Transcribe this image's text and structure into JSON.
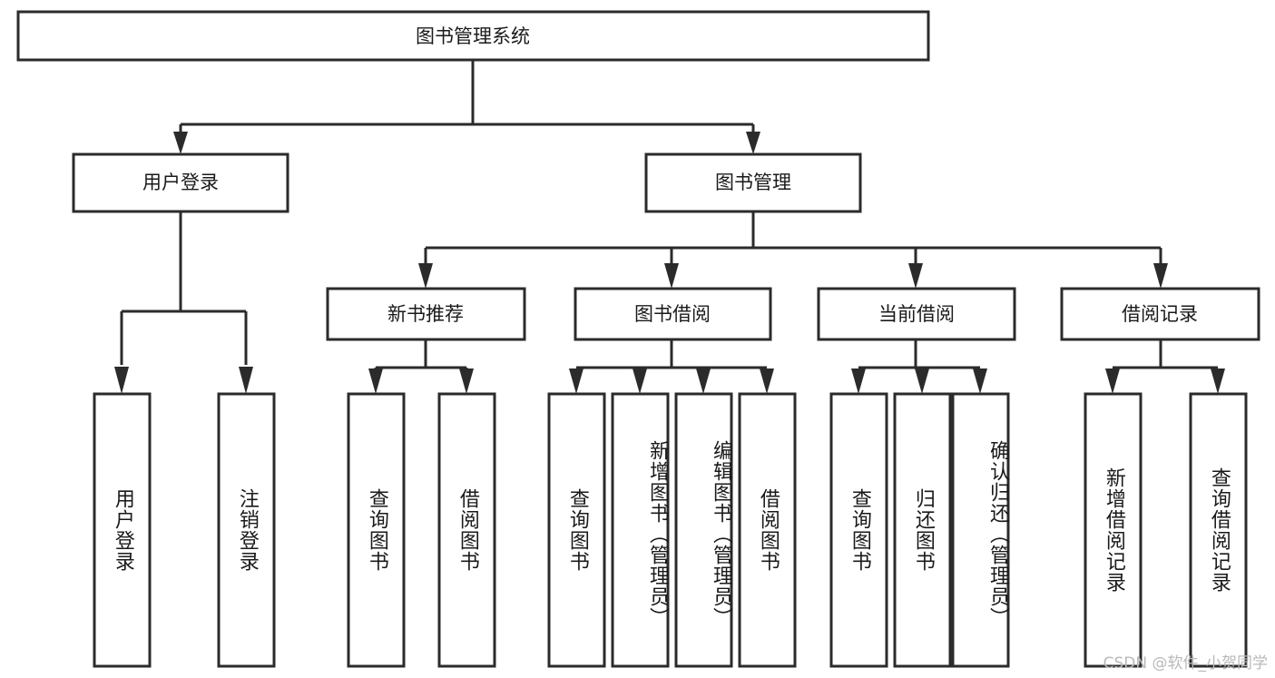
{
  "diagram": {
    "type": "hierarchy-tree",
    "title": "图书管理系统",
    "watermark": "CSDN @软件_小贺同学",
    "colors": {
      "stroke": "#2b2b2b",
      "fill": "#ffffff",
      "text": "#1a1a1a",
      "watermark": "#b9b9b9"
    },
    "root": {
      "label": "图书管理系统",
      "level": 1
    },
    "level2": [
      {
        "label": "用户登录"
      },
      {
        "label": "图书管理"
      }
    ],
    "level3": [
      {
        "label": "新书推荐"
      },
      {
        "label": "图书借阅"
      },
      {
        "label": "当前借阅"
      },
      {
        "label": "借阅记录"
      }
    ],
    "leaves": {
      "用户登录": [
        {
          "label": "用户登录"
        },
        {
          "label": "注销登录"
        }
      ],
      "新书推荐": [
        {
          "label": "查询图书"
        },
        {
          "label": "借阅图书"
        }
      ],
      "图书借阅": [
        {
          "label": "查询图书"
        },
        {
          "label": "新增图书（管理员）"
        },
        {
          "label": "编辑图书（管理员）"
        },
        {
          "label": "借阅图书"
        }
      ],
      "当前借阅": [
        {
          "label": "查询图书"
        },
        {
          "label": "归还图书"
        },
        {
          "label": "确认归还（管理员）"
        }
      ],
      "借阅记录": [
        {
          "label": "新增借阅记录"
        },
        {
          "label": "查询借阅记录"
        }
      ]
    }
  }
}
